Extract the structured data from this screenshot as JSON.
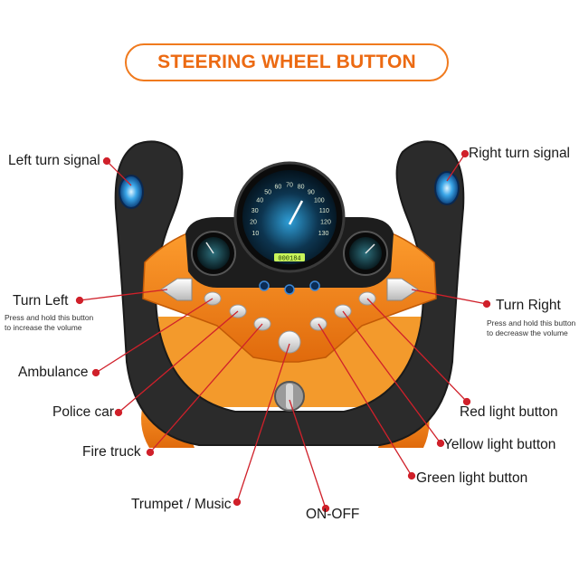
{
  "title": "STEERING WHEEL BUTTON",
  "speedometer": {
    "ticks": [
      "10",
      "20",
      "30",
      "40",
      "50",
      "60",
      "70",
      "80",
      "90",
      "100",
      "110",
      "120",
      "130"
    ],
    "digital": "000184"
  },
  "labels": {
    "left_signal": "Left turn signal",
    "right_signal": "Right turn signal",
    "turn_left": "Turn Left",
    "turn_left_note": [
      "Press and hold this button",
      "to increase the volume"
    ],
    "turn_right": "Turn Right",
    "turn_right_note": [
      "Press and hold this button",
      "to decreasw the volume"
    ],
    "ambulance": "Ambulance",
    "police": "Police car",
    "fire": "Fire truck",
    "trumpet": "Trumpet / Music",
    "onoff": "ON-OFF",
    "red_light": "Red light button",
    "yellow_light": "Yellow light button",
    "green_light": "Green light button"
  },
  "colors": {
    "accent": "#f07a1e",
    "leader": "#d0202a",
    "wheel": "#2a2a2a",
    "orange": "#f08a1c"
  }
}
